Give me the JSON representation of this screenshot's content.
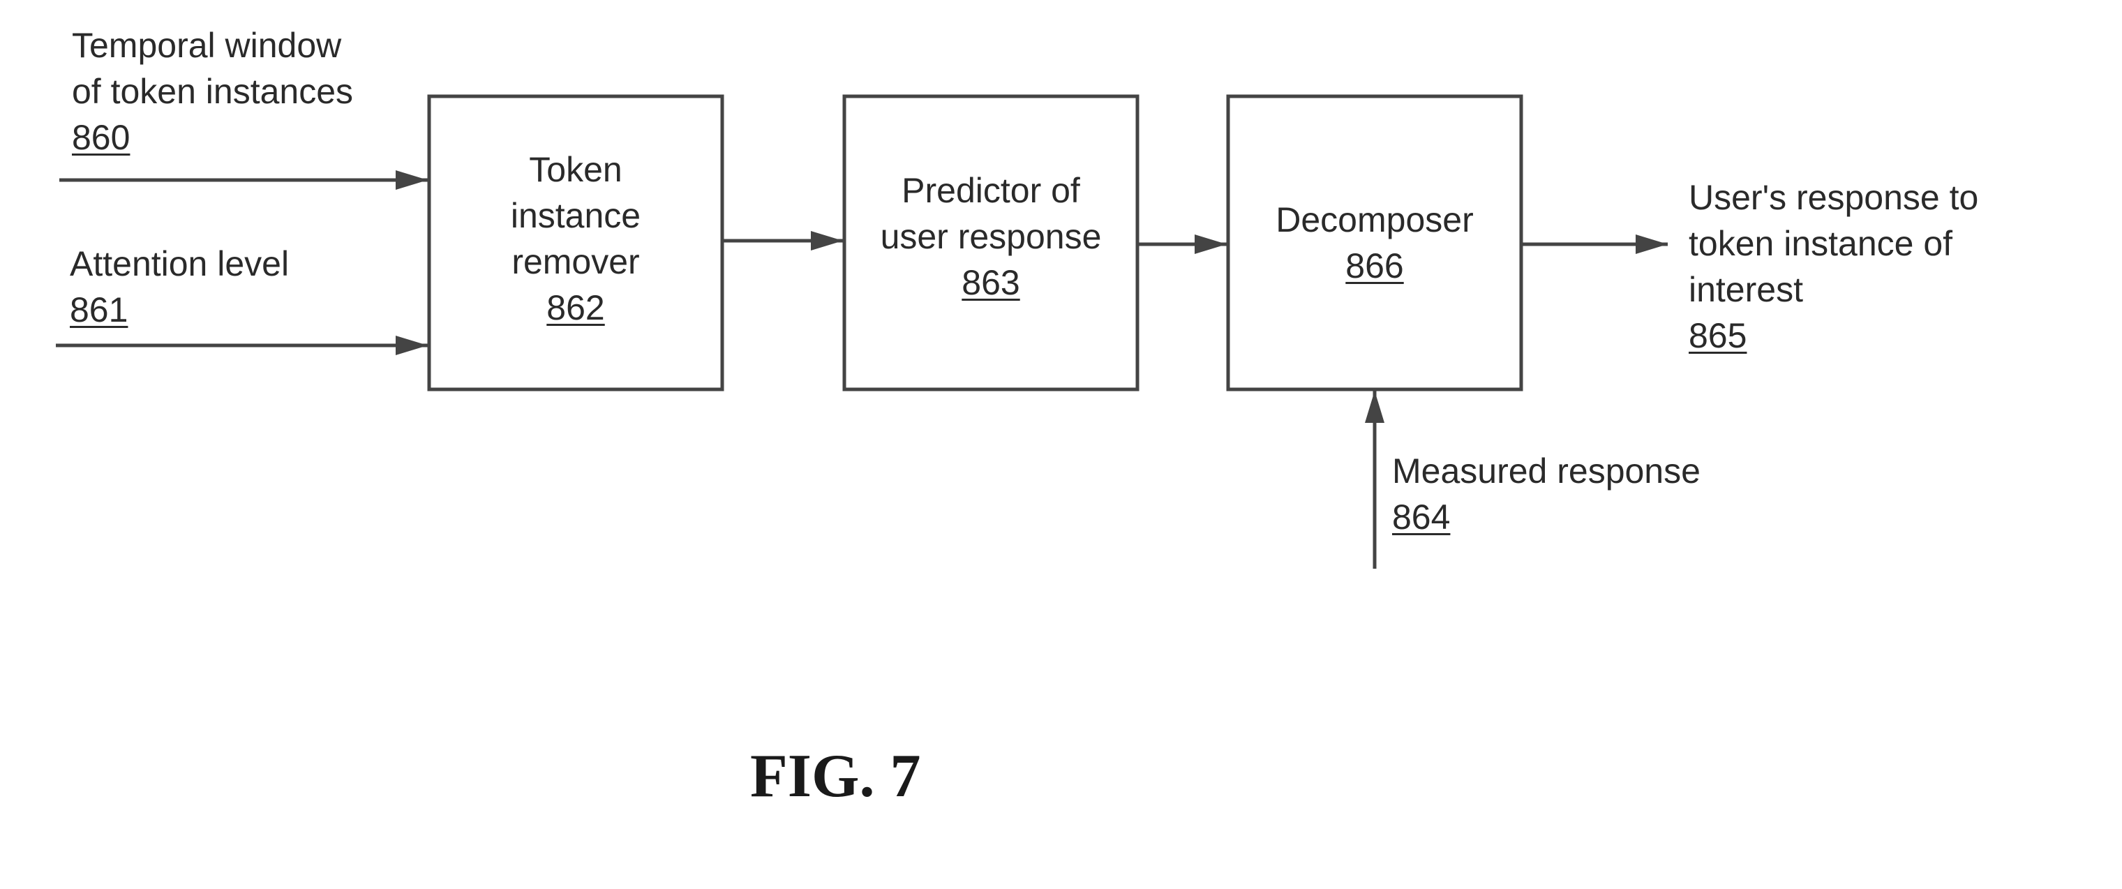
{
  "inputs": {
    "temporal_window": {
      "line1": "Temporal window",
      "line2": "of token instances",
      "ref": "860"
    },
    "attention_level": {
      "line1": "Attention level",
      "ref": "861"
    },
    "measured_response": {
      "line1": "Measured response",
      "ref": "864"
    }
  },
  "blocks": {
    "token_instance_remover": {
      "line1": "Token",
      "line2": "instance",
      "line3": "remover",
      "ref": "862"
    },
    "predictor": {
      "line1": "Predictor of",
      "line2": "user response",
      "ref": "863"
    },
    "decomposer": {
      "line1": "Decomposer",
      "ref": "866"
    }
  },
  "output": {
    "line1": "User's response to",
    "line2": "token instance of",
    "line3": "interest",
    "ref": "865"
  },
  "figure": {
    "caption": "FIG. 7"
  },
  "colors": {
    "line": "#444444",
    "text": "#2a2a2a"
  }
}
